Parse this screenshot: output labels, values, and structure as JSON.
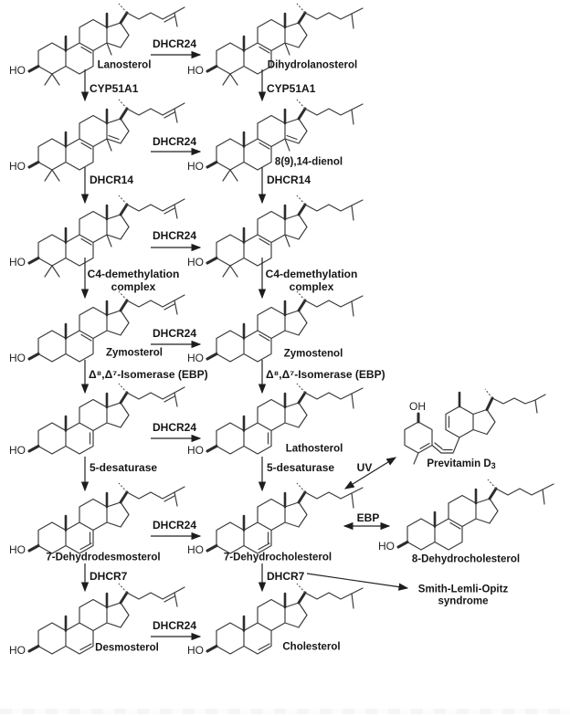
{
  "molecules": {
    "lanosterol": "Lanosterol",
    "dihydrolanosterol": "Dihydrolanosterol",
    "dienol": "8(9),14-dienol",
    "zymosterol": "Zymosterol",
    "zymostenol": "Zymostenol",
    "lathosterol": "Lathosterol",
    "dehydrodesmosterol7": "7-Dehydrodesmosterol",
    "dehydrocholesterol7": "7-Dehydrocholesterol",
    "desmosterol": "Desmosterol",
    "cholesterol": "Cholesterol",
    "previtamin_main": "Previtamin D",
    "previtamin_sub": "3",
    "dehydrocholesterol8": "8-Dehydrocholesterol"
  },
  "enzymes": {
    "dhcr24": "DHCR24",
    "cyp51a1": "CYP51A1",
    "dhcr14": "DHCR14",
    "c4_line1": "C4-demethylation",
    "c4_line2": "complex",
    "isomerase": "Δ⁸,Δ⁷-Isomerase (EBP)",
    "desaturase5": "5-desaturase",
    "dhcr7": "DHCR7",
    "ebp": "EBP",
    "uv": "UV"
  },
  "disease": {
    "line1": "Smith-Lemli-Opitz",
    "line2": "syndrome"
  },
  "atoms": {
    "ho": "HO",
    "oh": "OH"
  },
  "colors": {
    "ink": "#161616",
    "bond": "#383838",
    "background": "#ffffff"
  }
}
